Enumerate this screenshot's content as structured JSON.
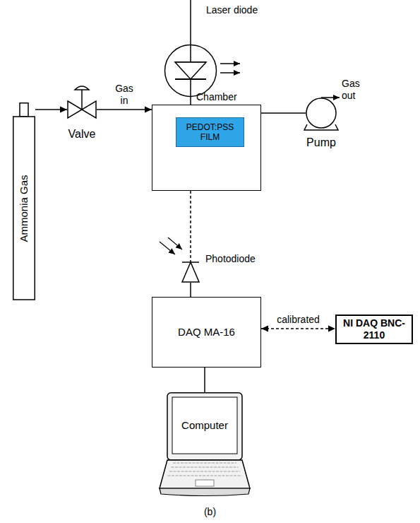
{
  "diagram": {
    "caption": "(b)",
    "nodes": [
      {
        "text": [
          "Laser diode"
        ]
      },
      {
        "text": [
          "Chamber"
        ]
      },
      {
        "text": [
          "PEDOT:PSS FILM"
        ],
        "in": 1
      },
      {
        "text": [
          "Ammonia Gas"
        ]
      },
      {
        "text": [
          "Valve"
        ]
      },
      {
        "text": [
          "Pump"
        ]
      },
      {
        "text": [
          "Photodiode"
        ]
      },
      {
        "text": [
          "DAQ MA-16"
        ]
      },
      {
        "text": [
          "NI DAQ BNC-2110"
        ]
      },
      {
        "text": [
          "Computer"
        ]
      }
    ],
    "edges": [
      {
        "from": 0,
        "to": 1,
        "arrow": "none"
      },
      {
        "from": 3,
        "to": 4,
        "arrow": "to"
      },
      {
        "from": 4,
        "to": 1,
        "label": "Gas in",
        "arrow": "to"
      },
      {
        "from": 1,
        "to": 5,
        "arrow": "none"
      },
      {
        "from": 1,
        "to": 6,
        "arrow": "none"
      },
      {
        "from": 6,
        "to": 7,
        "arrow": "none"
      },
      {
        "from": 7,
        "to": 8,
        "label": "calibrated",
        "arrow": "both"
      },
      {
        "from": 7,
        "to": 9,
        "arrow": "none"
      }
    ],
    "labels": [
      "Gas out"
    ]
  }
}
